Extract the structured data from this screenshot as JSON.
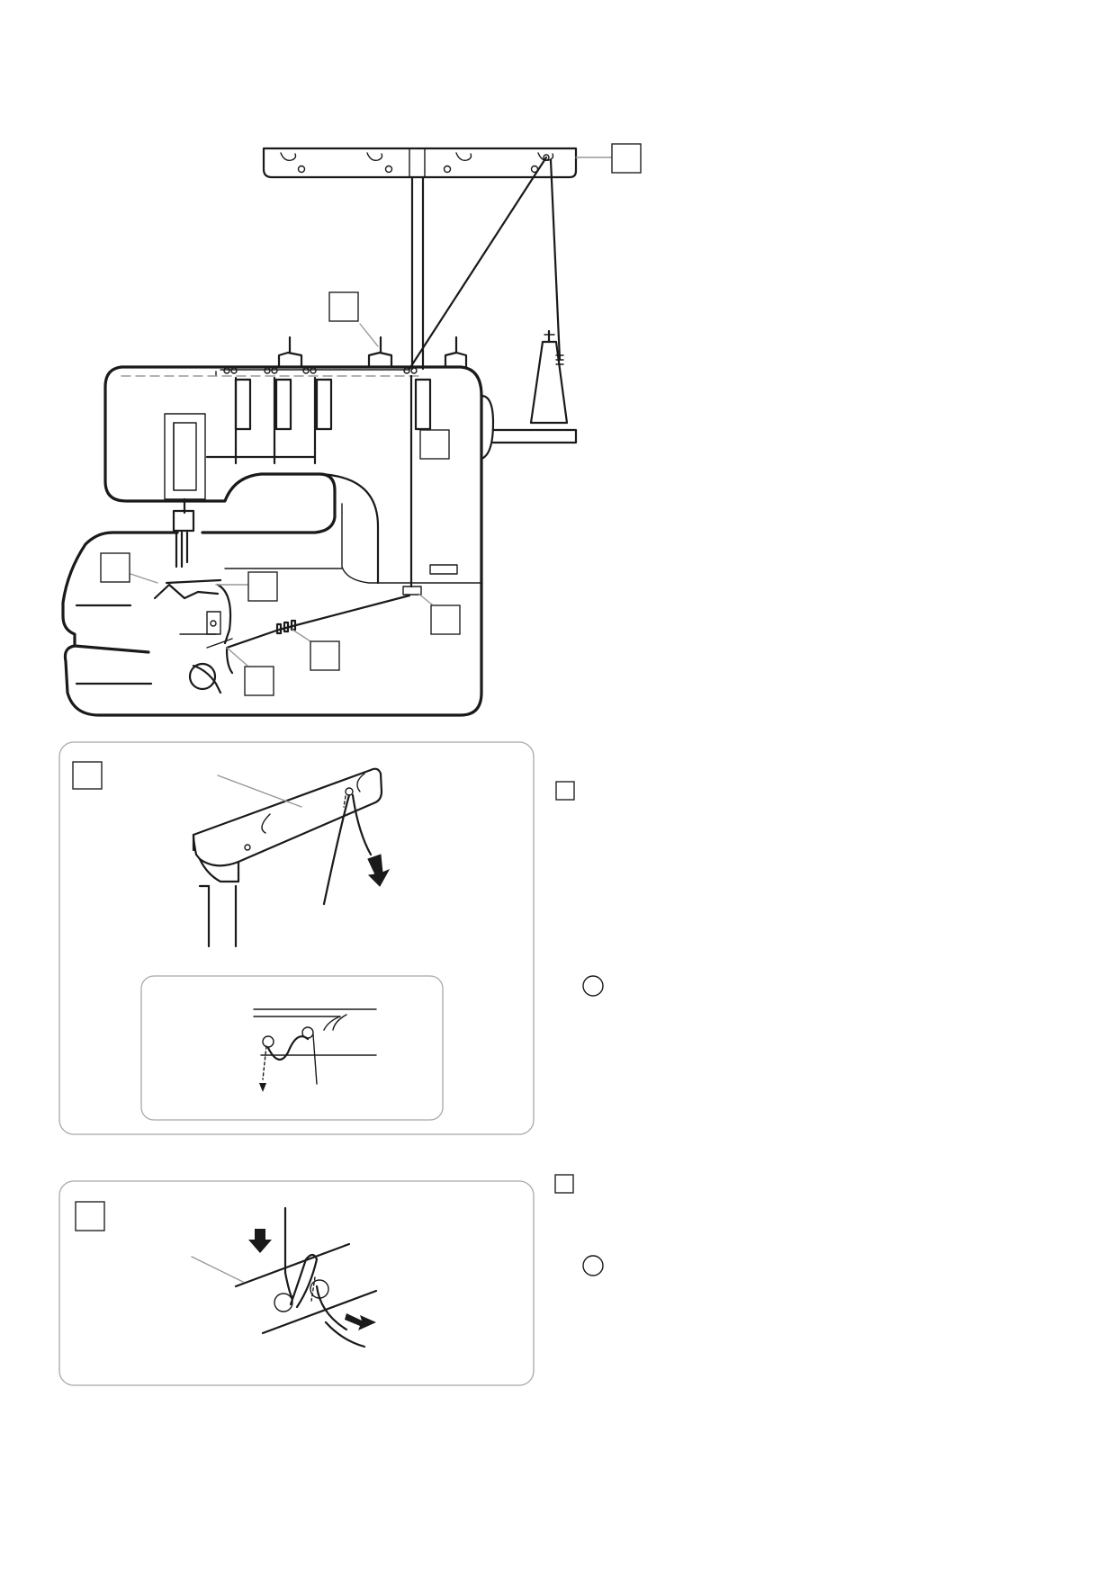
{
  "page": {
    "background": "#ffffff",
    "line_color": "#1a1a1a",
    "panel_border": "#a8a8a8"
  },
  "figure": {
    "callout_boxes": [
      "",
      "",
      "",
      "",
      "",
      "",
      "",
      ""
    ],
    "notes": [
      "thread-stand",
      "sewing-machine",
      "spool",
      "thread-guides"
    ]
  },
  "panels": [
    {
      "corner_label": "",
      "inset": true,
      "step_box": "",
      "circle_marker": ""
    },
    {
      "corner_label": "",
      "inset": false,
      "step_box": "",
      "circle_marker": ""
    }
  ],
  "icons": [
    "down-arrow-icon",
    "thread-hole-icon",
    "step-marker-icon",
    "circle-marker-icon"
  ]
}
